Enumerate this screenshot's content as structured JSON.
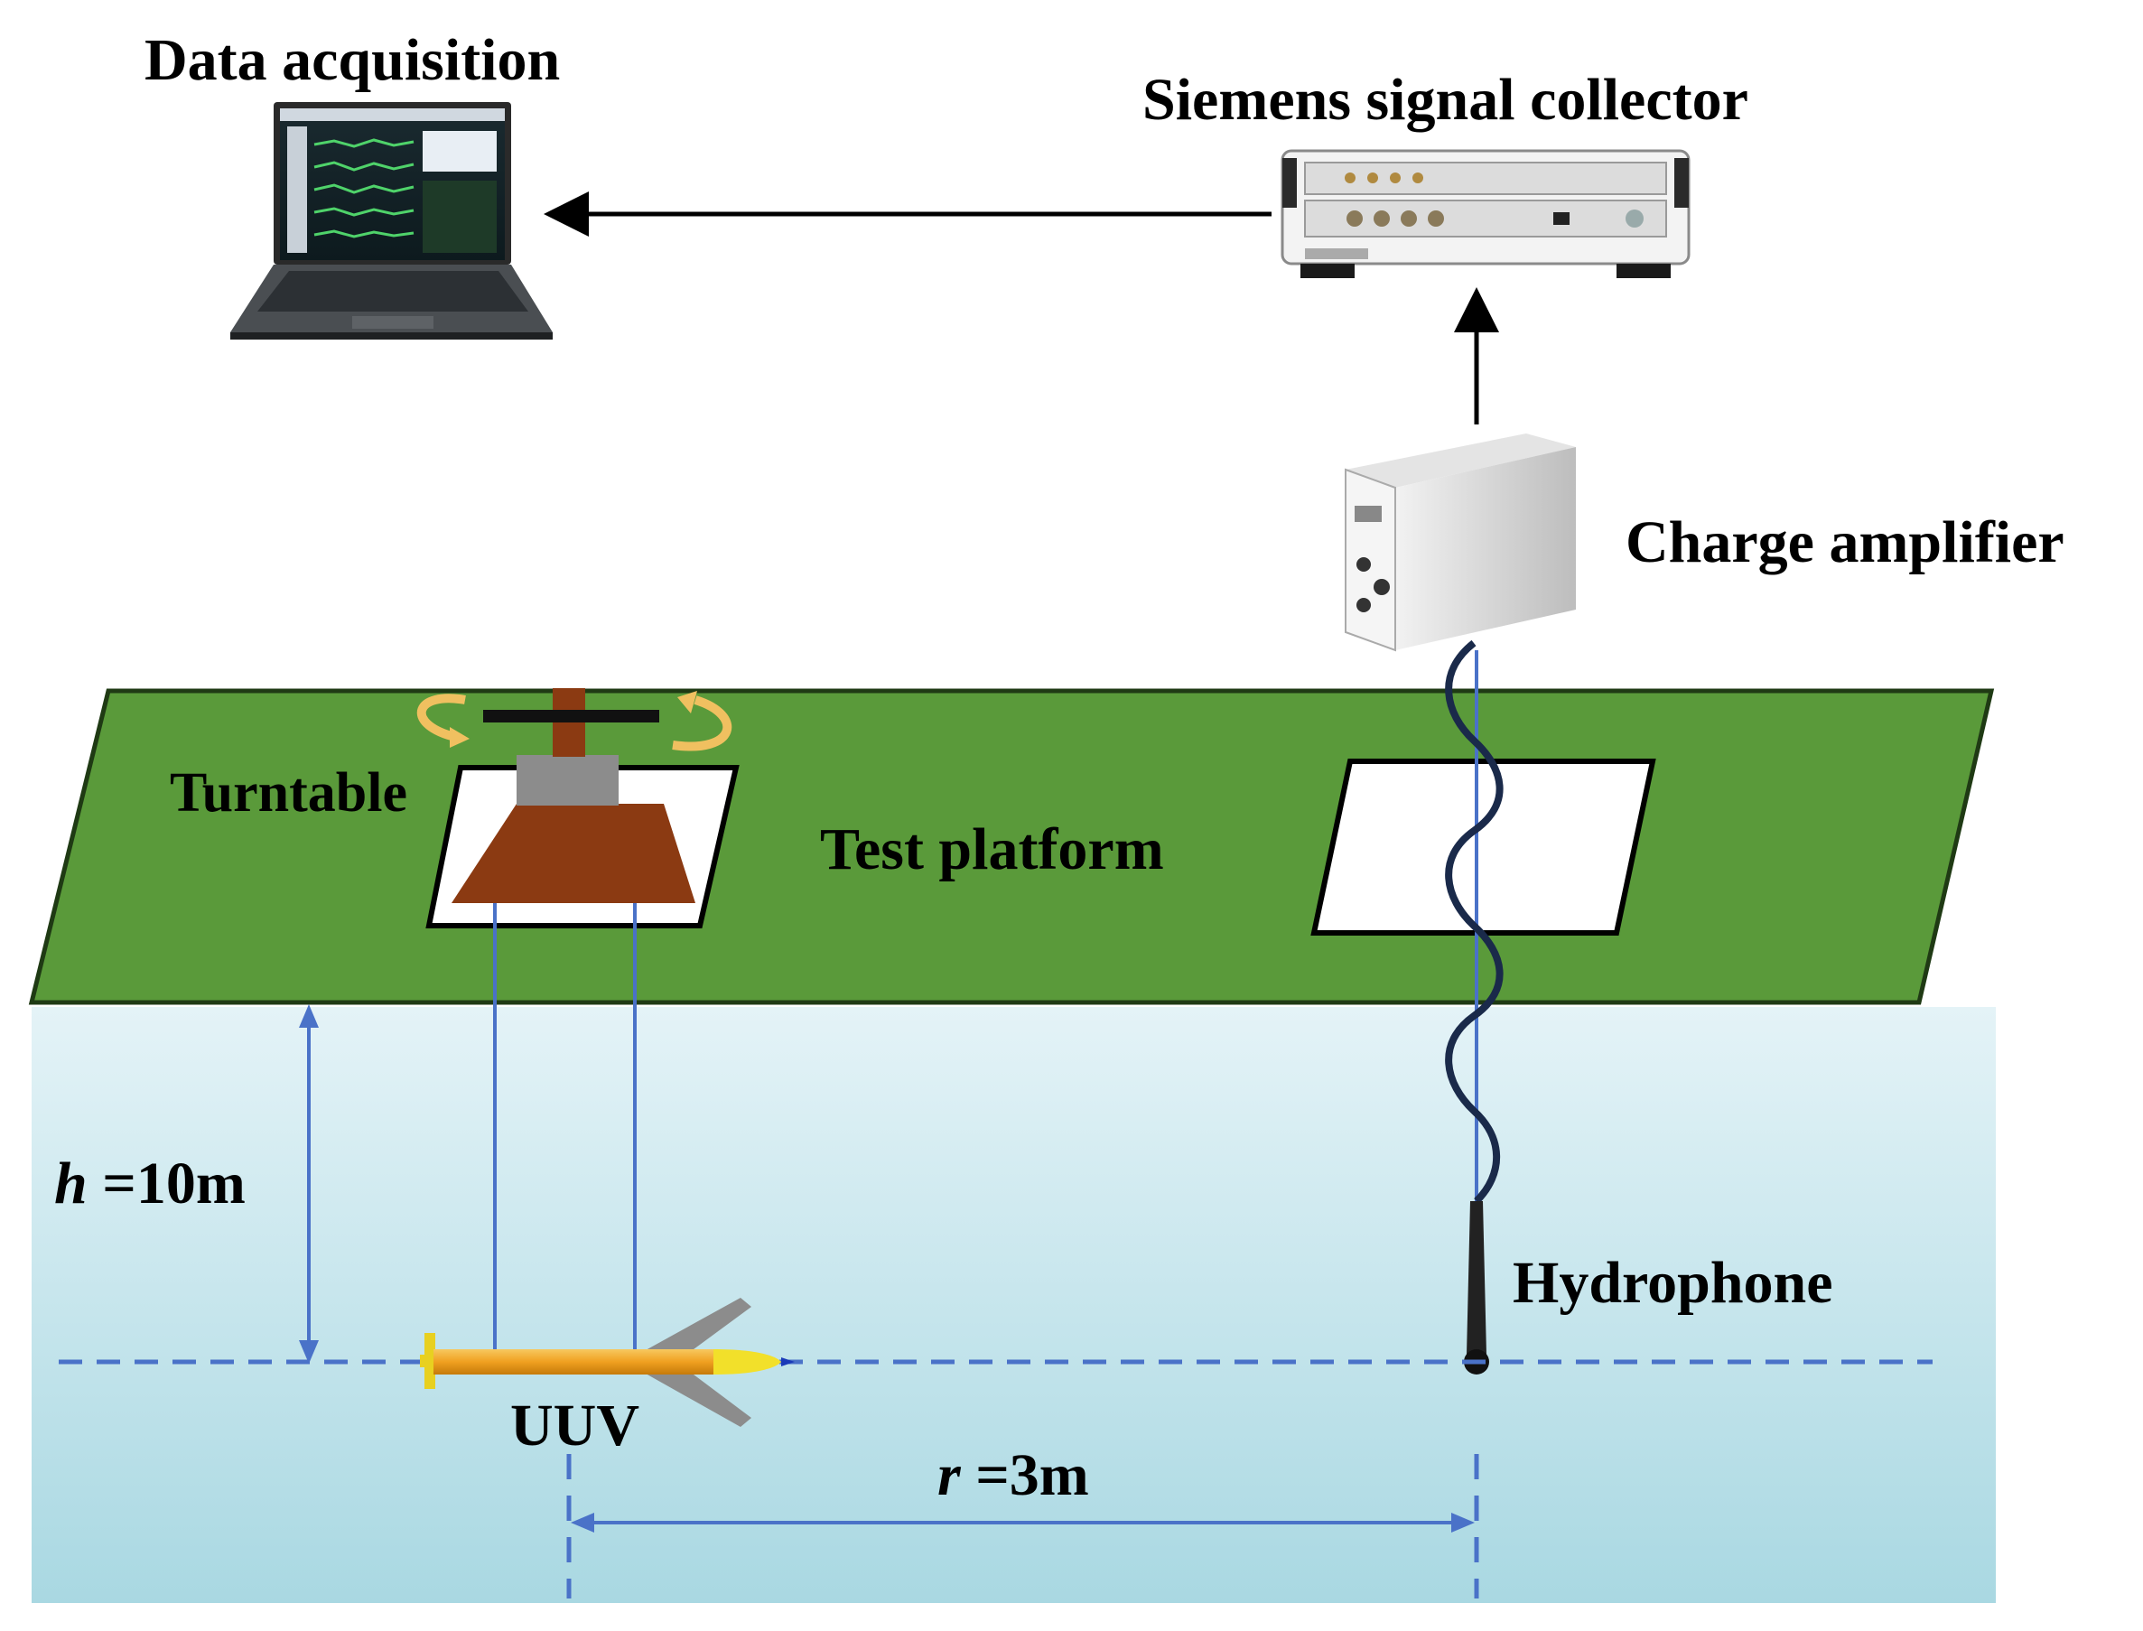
{
  "labels": {
    "data_acquisition": "Data acquisition",
    "signal_collector": "Siemens signal collector",
    "charge_amplifier": "Charge amplifier",
    "turntable": "Turntable",
    "test_platform": "Test platform",
    "hydrophone": "Hydrophone",
    "uuv": "UUV",
    "h_symbol": "h",
    "h_value": " =10m",
    "r_symbol": "r",
    "r_value": " =3m"
  },
  "colors": {
    "platform": "#5a9a3a",
    "water_top": "#e4f3f7",
    "water_bottom": "#a9d8e2",
    "guide_line": "#4a72c8",
    "turntable_body": "#8b3a12",
    "uuv_body": "#f0a020",
    "uuv_nose": "#f2e02a",
    "rotation_arrow": "#f0c060"
  },
  "icons": {
    "laptop": "laptop-icon",
    "signal_collector": "signal-collector-icon",
    "charge_amplifier": "charge-amplifier-icon",
    "hydrophone": "hydrophone-icon",
    "uuv": "uuv-icon"
  }
}
